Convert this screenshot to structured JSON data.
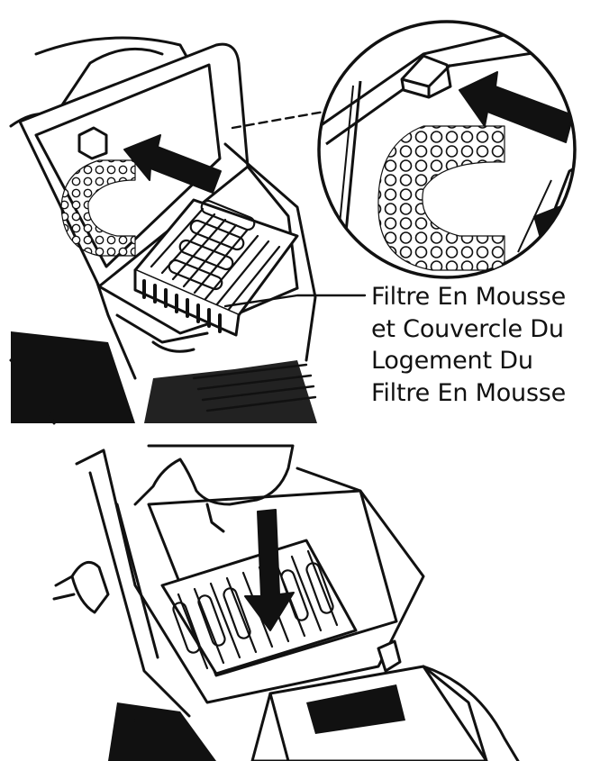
{
  "callout": {
    "lines": [
      "Filtre En Mousse",
      "et Couvercle Du",
      "Logement Du",
      "Filtre En Mousse"
    ]
  },
  "icons": {
    "top_arrow": "arrow-left-icon",
    "bottom_arrow": "arrow-down-icon"
  },
  "colors": {
    "ink": "#111111",
    "paper": "#ffffff"
  }
}
